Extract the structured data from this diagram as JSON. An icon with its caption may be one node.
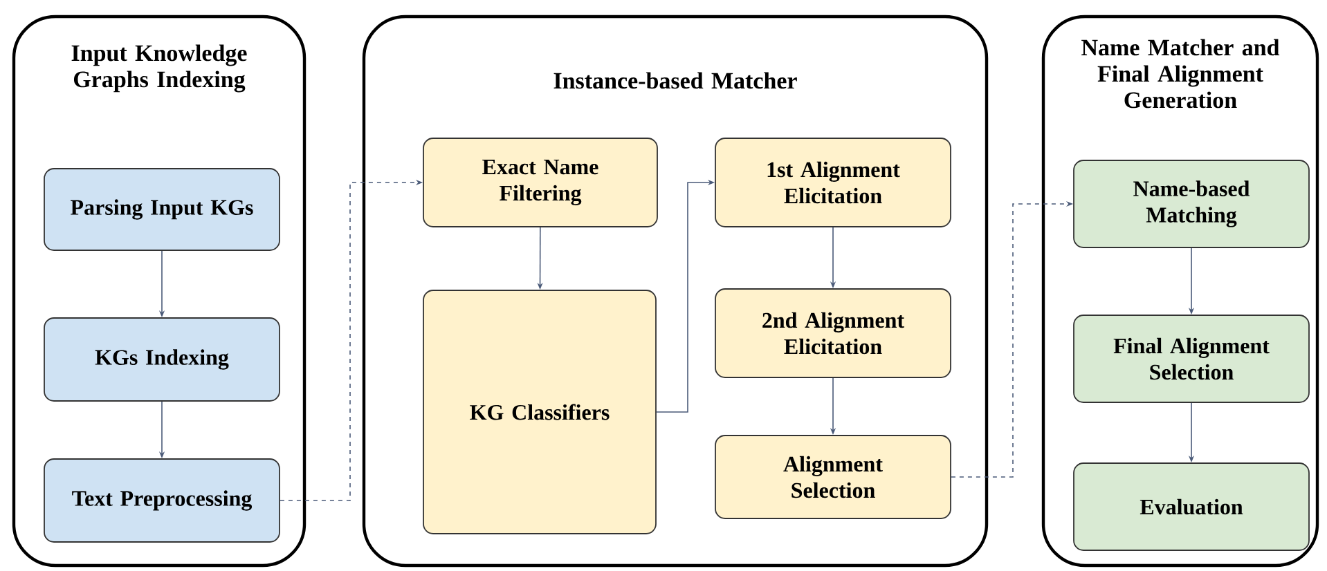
{
  "diagram": {
    "nodes": [
      {
        "text": [
          "Input Knowledge Graphs Indexing"
        ]
      },
      {
        "text": [
          "Parsing Input KGs"
        ],
        "in": 0
      },
      {
        "text": [
          "KGs Indexing"
        ],
        "in": 0
      },
      {
        "text": [
          "Text Preprocessing"
        ],
        "in": 0
      },
      {
        "text": [
          "Instance-based Matcher"
        ]
      },
      {
        "text": [
          "Exact Name Filtering"
        ],
        "in": 4
      },
      {
        "text": [
          "KG Classifiers"
        ],
        "in": 4
      },
      {
        "text": [
          "1st Alignment Elicitation"
        ],
        "in": 4
      },
      {
        "text": [
          "2nd Alignment Elicitation"
        ],
        "in": 4
      },
      {
        "text": [
          "Alignment Selection"
        ],
        "in": 4
      },
      {
        "text": [
          "Name Matcher and Final Alignment Generation"
        ]
      },
      {
        "text": [
          "Name-based Matching"
        ],
        "in": 10
      },
      {
        "text": [
          "Final Alignment Selection"
        ],
        "in": 10
      },
      {
        "text": [
          "Evaluation"
        ],
        "in": 10
      }
    ],
    "edges": [
      {
        "from": 1,
        "to": 2,
        "arrow": "to"
      },
      {
        "from": 2,
        "to": 3,
        "arrow": "to"
      },
      {
        "from": 3,
        "to": 5,
        "arrow": "to",
        "style": "dashed"
      },
      {
        "from": 5,
        "to": 6,
        "arrow": "to"
      },
      {
        "from": 6,
        "to": 7,
        "arrow": "to"
      },
      {
        "from": 7,
        "to": 8,
        "arrow": "to"
      },
      {
        "from": 8,
        "to": 9,
        "arrow": "to"
      },
      {
        "from": 9,
        "to": 11,
        "arrow": "to",
        "style": "dashed"
      },
      {
        "from": 11,
        "to": 12,
        "arrow": "to"
      },
      {
        "from": 12,
        "to": 13,
        "arrow": "to"
      }
    ]
  }
}
